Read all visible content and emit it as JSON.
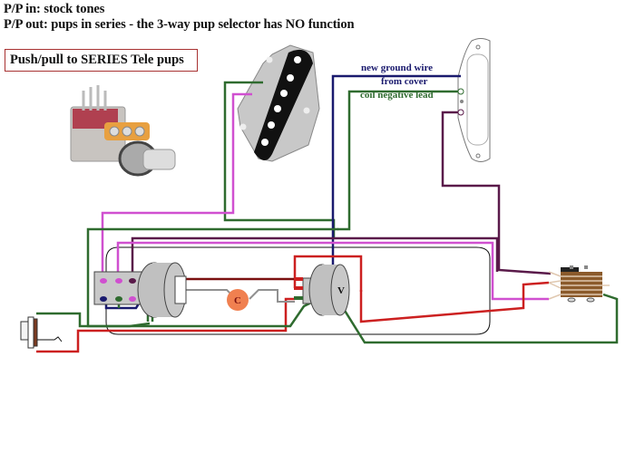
{
  "header": {
    "line1": "P/P in: stock tones",
    "line2": "P/P out: pups in series - the 3-way pup selector has NO function"
  },
  "title_box": "Push/pull to SERIES Tele pups",
  "annotations": {
    "new_ground_wire": "new ground wire",
    "from_cover": "from cover",
    "coil_negative_lead": "coil negative lead"
  },
  "components": {
    "capacitor_label": "C",
    "volume_pot_label": "V",
    "bridge_pickup": "bridge-pickup",
    "neck_pickup": "neck-pickup",
    "push_pull_pot": "push-pull-pot",
    "three_way_switch": "3-way-selector",
    "output_jack": "output-jack",
    "control_plate": "control-plate"
  },
  "colors": {
    "ground_green": "#2f6b2f",
    "hot_red": "#cc2020",
    "dark_red": "#7a1010",
    "magenta": "#d050d0",
    "dark_purple": "#5a1a4a",
    "navy": "#1a1a6e",
    "gray_wire": "#909090",
    "capacitor_orange": "#f08050",
    "title_border": "#a83232",
    "label_navy": "#1a1a6e",
    "label_green": "#2f6b2f"
  }
}
